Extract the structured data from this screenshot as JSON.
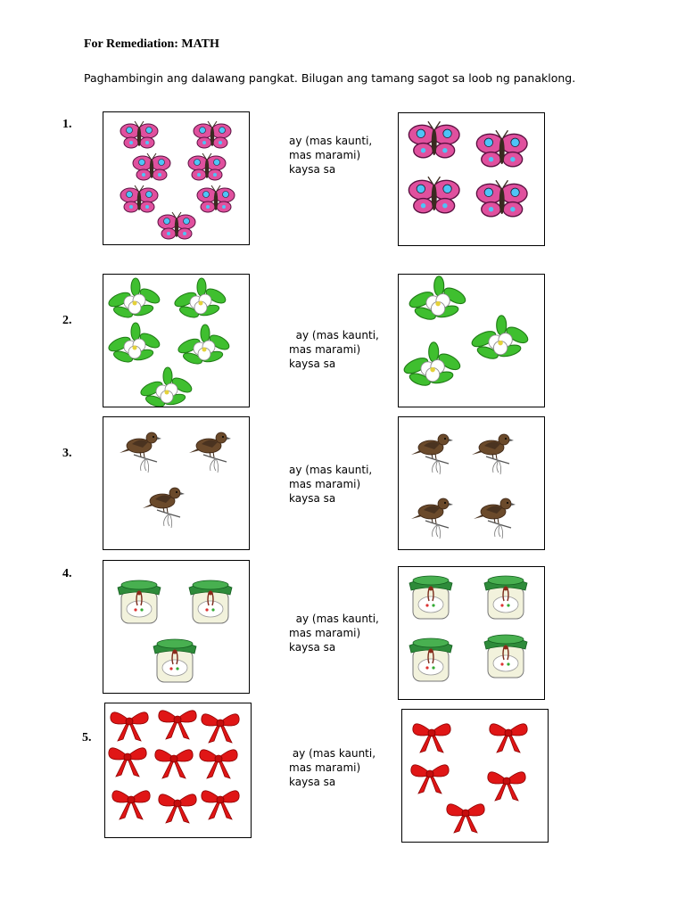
{
  "header": {
    "title": "For Remediation: MATH",
    "instruction": "Paghambingin ang dalawang pangkat. Bilugan ang tamang sagot sa loob ng panaklong."
  },
  "items": [
    {
      "number": "1.",
      "line1": "ay (mas kaunti,",
      "line2": "mas marami)",
      "line3": "kaysa sa",
      "left_count": 7,
      "right_count": 4,
      "object": "butterfly-icon"
    },
    {
      "number": "2.",
      "line1": "  ay (mas kaunti,",
      "line2": "mas marami)",
      "line3": "kaysa sa",
      "left_count": 5,
      "right_count": 3,
      "object": "flower-icon"
    },
    {
      "number": "3.",
      "line1": "ay (mas kaunti,",
      "line2": "mas marami)",
      "line3": "kaysa sa",
      "left_count": 3,
      "right_count": 4,
      "object": "bird-icon"
    },
    {
      "number": "4.",
      "line1": "  ay (mas kaunti,",
      "line2": "mas marami)",
      "line3": "kaysa sa",
      "left_count": 3,
      "right_count": 4,
      "object": "jar-icon"
    },
    {
      "number": "5.",
      "line1": " ay (mas kaunti,",
      "line2": "mas marami)",
      "line3": "kaysa sa",
      "left_count": 9,
      "right_count": 5,
      "object": "bow-icon"
    }
  ],
  "colors": {
    "butterfly": "#e0509e",
    "butterfly_spot": "#4fc3f7",
    "leaf": "#3fbf2f",
    "flower": "#ffffff",
    "bird": "#6b4a2b",
    "jar_lid": "#2e8b3a",
    "bow": "#e01616"
  }
}
